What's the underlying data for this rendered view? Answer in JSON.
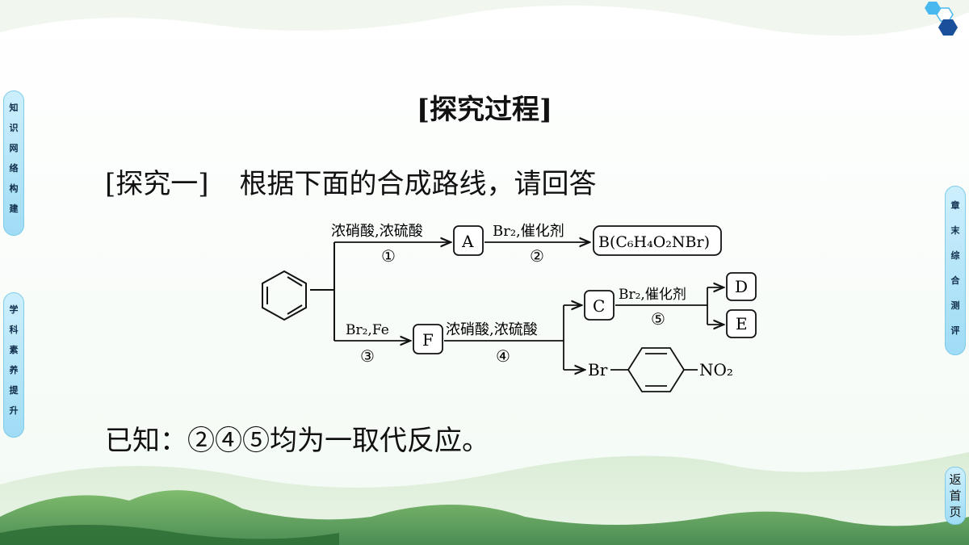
{
  "title": "[探究过程]",
  "question": {
    "label": "[探究一]",
    "text": "根据下面的合成路线，请回答"
  },
  "left_nav": [
    {
      "chars": [
        "知",
        "识",
        "网",
        "络",
        "构",
        "建"
      ]
    },
    {
      "chars": [
        "学",
        "科",
        "素",
        "养",
        "提",
        "升"
      ]
    }
  ],
  "right_nav": {
    "chars": [
      "章",
      "末",
      "综",
      "合",
      "测",
      "评"
    ]
  },
  "back_button": {
    "chars": [
      "返",
      "首",
      "页"
    ]
  },
  "diagram": {
    "top_reagent": "浓硝酸,浓硫酸",
    "step1": "①",
    "A": "A",
    "top_reagent2": "Br₂,催化剂",
    "step2": "②",
    "B": "B(C₆H₄O₂NBr)",
    "bottom_reagent": "Br₂,Fe",
    "step3": "③",
    "F": "F",
    "F_reagent": "浓硝酸,浓硫酸",
    "step4": "④",
    "C": "C",
    "C_reagent": "Br₂,催化剂",
    "step5": "⑤",
    "D": "D",
    "E": "E",
    "product_left": "Br",
    "product_right": "NO₂"
  },
  "known": "已知：②④⑤均为一取代反应。",
  "colors": {
    "tab_fill": "#9fdcf5",
    "tab_border": "#7fcbe9",
    "hex_dark": "#1a4f9c",
    "hex_light": "#49b8ef"
  }
}
